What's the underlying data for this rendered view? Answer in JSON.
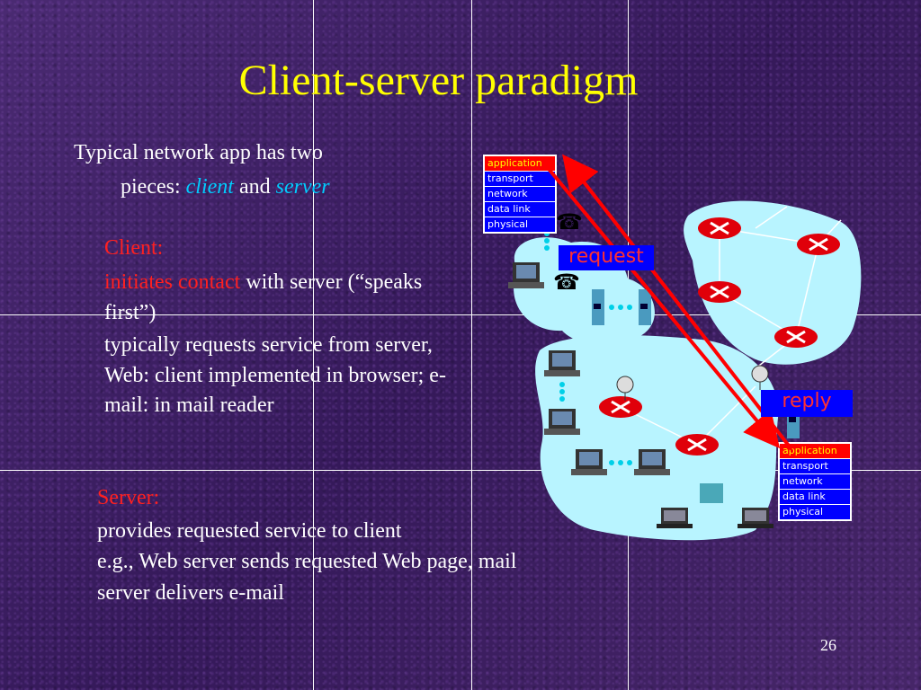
{
  "slide": {
    "title": "Client-server paradigm",
    "intro_line1": "Typical network app has two",
    "intro_line2_prefix": "pieces: ",
    "intro_client": "client",
    "intro_and": " and ",
    "intro_server": "server",
    "client_heading": "Client:",
    "client_initiates": "initiates contact",
    "client_with": " with server (“speaks",
    "client_first": "first”)",
    "client_line2": "typically requests service from server,",
    "client_line3": "Web: client implemented in browser; e-",
    "client_line4": "mail: in mail reader",
    "server_heading": "Server:",
    "server_line1": "provides requested service to client",
    "server_line2": "e.g., Web server sends requested Web page, mail",
    "server_line3": "server delivers e-mail",
    "page_number": "26"
  },
  "diagram": {
    "client_stack": [
      "application",
      "transport",
      "network",
      "data link",
      "physical"
    ],
    "server_stack": [
      "application",
      "transport",
      "network",
      "data link",
      "physical"
    ],
    "request_label": "request",
    "reply_label": "reply"
  },
  "colors": {
    "title": "#ffff00",
    "accent_red": "#ff2020",
    "accent_cyan": "#00ccff",
    "cloud": "#b8f4ff",
    "arrow": "#ff0000",
    "router": "#e0000a"
  }
}
